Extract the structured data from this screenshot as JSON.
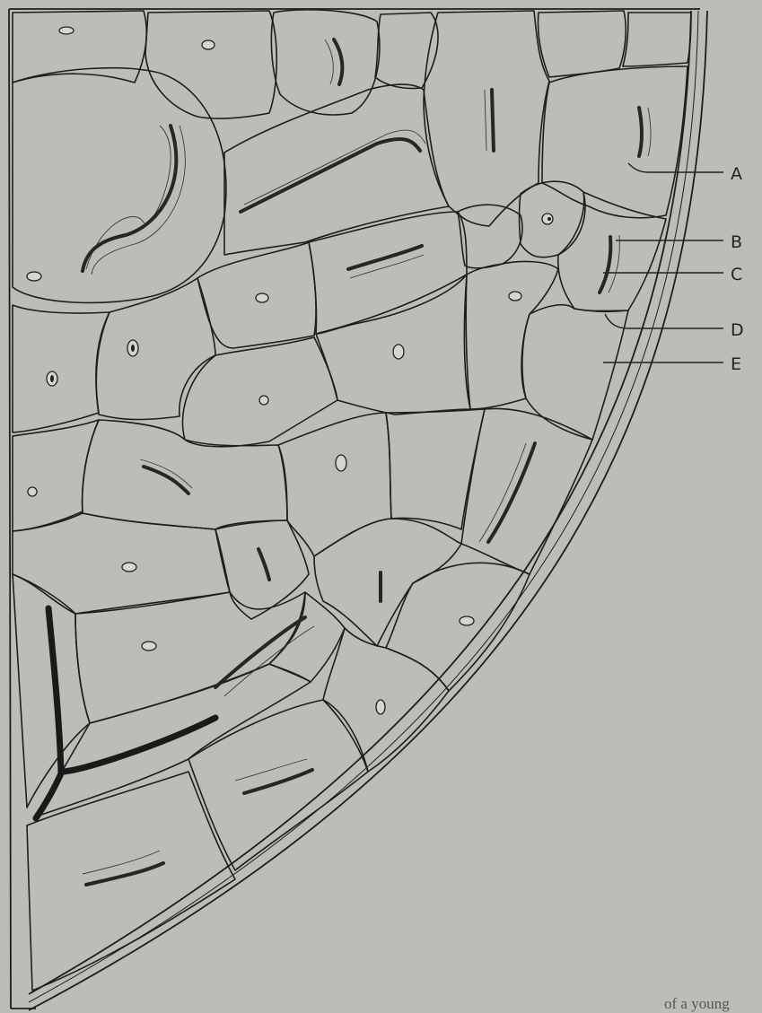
{
  "labels": [
    "A",
    "B",
    "C",
    "D",
    "E"
  ],
  "caption": "of a young",
  "colors": {
    "paper": "#bdbcb7",
    "ink": "#1e1e1e"
  }
}
